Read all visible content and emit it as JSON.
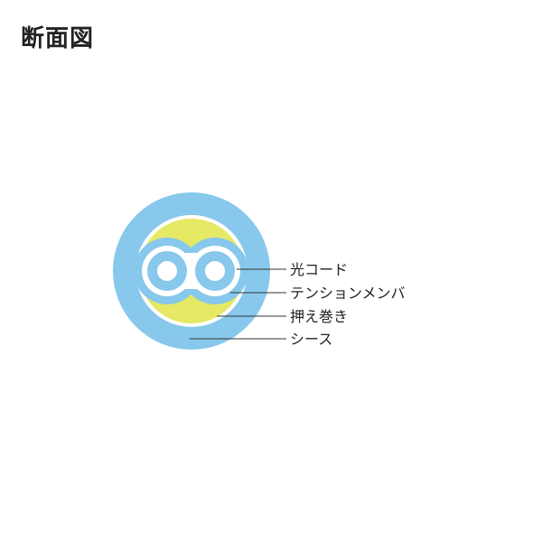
{
  "title": "断面図",
  "colors": {
    "sheath": "#87c8ec",
    "tape": "#ffffff",
    "tension_member": "#e5e963",
    "optical_cord": "#87c8ec",
    "fiber": "#ffffff",
    "leader_line": "#333333"
  },
  "labels": {
    "optical_cord": "光コード",
    "tension_member": "テンションメンバ",
    "wrapping_tape": "押え巻き",
    "sheath": "シース"
  }
}
